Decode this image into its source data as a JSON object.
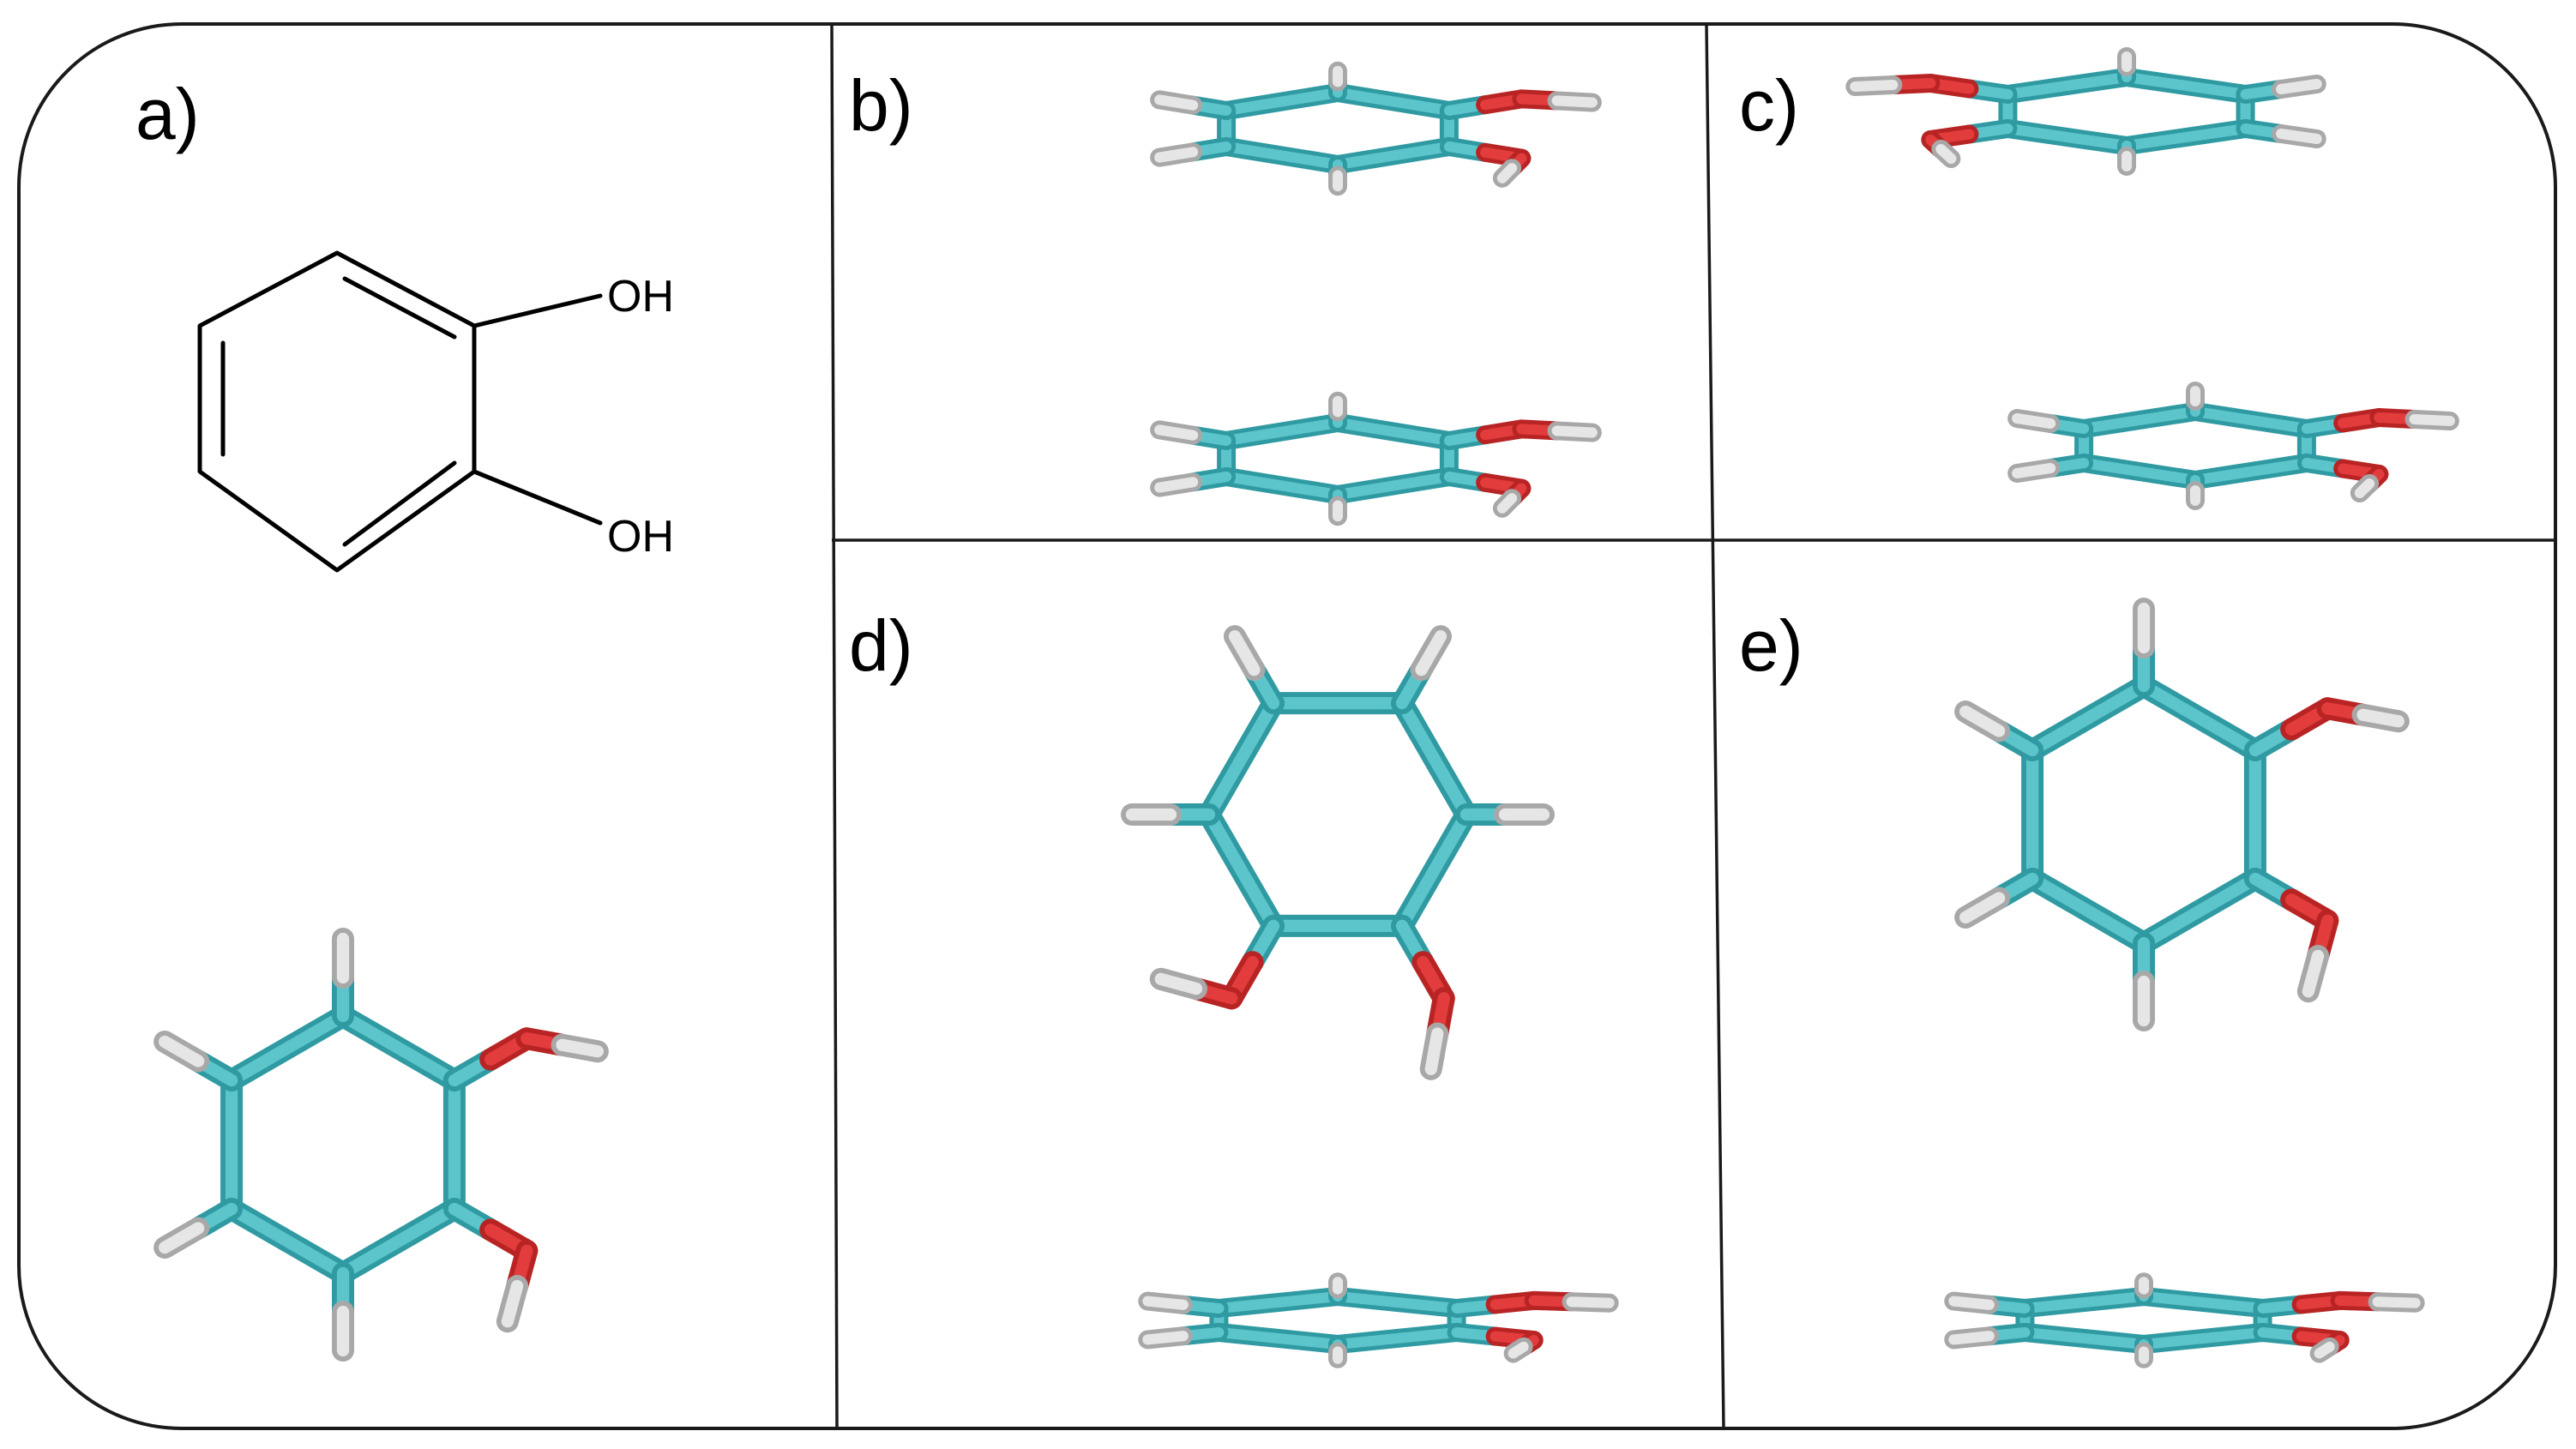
{
  "panels": [
    {
      "id": "a",
      "label": "a)"
    },
    {
      "id": "b",
      "label": "b)"
    },
    {
      "id": "c",
      "label": "c)"
    },
    {
      "id": "d",
      "label": "d)"
    },
    {
      "id": "e",
      "label": "e)"
    }
  ],
  "structure": {
    "oh_top": "OH",
    "oh_bottom": "OH"
  },
  "colors": {
    "carbon": "#5cc5cc",
    "carbon_dark": "#2f9aa2",
    "oxygen": "#e33c3c",
    "oxygen_dark": "#b82424",
    "hydrogen": "#e6e6e6",
    "hydrogen_dark": "#a8a8a8",
    "frame": "#1a1a1a"
  }
}
